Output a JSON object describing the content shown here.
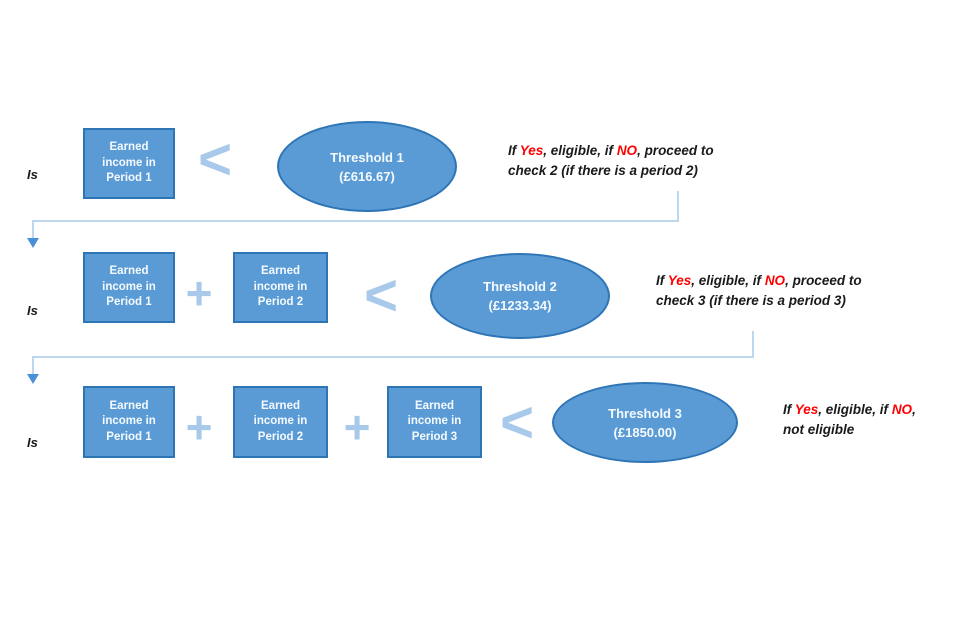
{
  "diagram": {
    "is_label": "Is",
    "plus_symbol": "+",
    "less_than_symbol": "<",
    "colors": {
      "box_fill": "#5b9bd5",
      "box_border": "#2e75b6",
      "operator_blue": "#a9c9ea",
      "connector_line": "#bdd7ee",
      "arrowhead": "#4a90d9",
      "note_text": "#1a1a1a",
      "note_highlight": "#ff0000",
      "shape_text": "#f5faff",
      "background": "#ffffff"
    },
    "checks": [
      {
        "boxes": [
          [
            "Earned",
            "income in",
            "Period 1"
          ]
        ],
        "threshold": {
          "name": "Threshold 1",
          "amount": "(£616.67)"
        },
        "note": {
          "if_prefix": "If ",
          "yes_word": "Yes",
          "middle": ", eligible, if ",
          "no_word": "NO",
          "tail": ", proceed to",
          "line2": "check 2 (if there is a period 2)"
        }
      },
      {
        "boxes": [
          [
            "Earned",
            "income in",
            "Period 1"
          ],
          [
            "Earned",
            "income in",
            "Period 2"
          ]
        ],
        "threshold": {
          "name": "Threshold 2",
          "amount": "(£1233.34)"
        },
        "note": {
          "if_prefix": "If ",
          "yes_word": "Yes",
          "middle": ", eligible, if ",
          "no_word": "NO",
          "tail": ", proceed to",
          "line2": "check 3 (if there is a period 3)"
        }
      },
      {
        "boxes": [
          [
            "Earned",
            "income in",
            "Period 1"
          ],
          [
            "Earned",
            "income in",
            "Period 2"
          ],
          [
            "Earned",
            "income in",
            "Period 3"
          ]
        ],
        "threshold": {
          "name": "Threshold 3",
          "amount": "(£1850.00)"
        },
        "note": {
          "if_prefix": "If ",
          "yes_word": "Yes",
          "middle": ", eligible, if ",
          "no_word": "NO",
          "tail": ",",
          "line2": "not eligible"
        }
      }
    ]
  }
}
